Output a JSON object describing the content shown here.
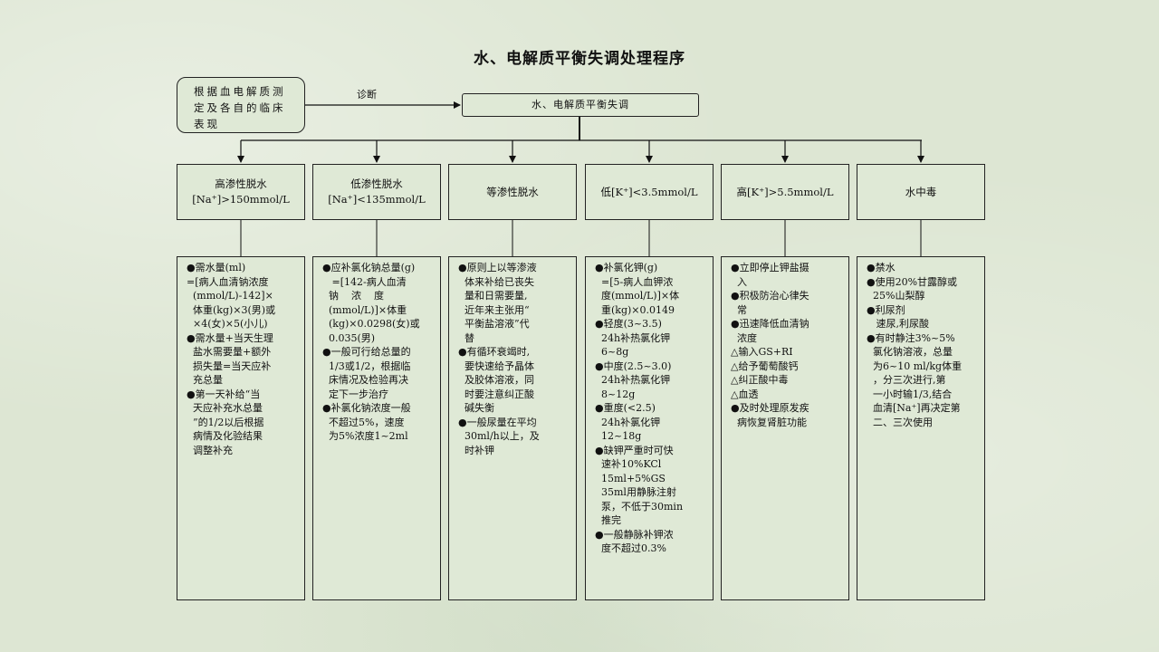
{
  "title": "水、电解质平衡失调处理程序",
  "source": "根据血电解质测定及各自的临床表现",
  "diagnosis_label": "诊断",
  "main": "水、电解质平衡失调",
  "categories": [
    {
      "line1": "高渗性脱水",
      "line2": "[Na⁺]>150mmol/L"
    },
    {
      "line1": "低渗性脱水",
      "line2": "[Na⁺]<135mmol/L"
    },
    {
      "line1": "等渗性脱水",
      "line2": ""
    },
    {
      "line1": "低[K⁺]<3.5mmol/L",
      "line2": ""
    },
    {
      "line1": "高[K⁺]>5.5mmol/L",
      "line2": ""
    },
    {
      "line1": "水中毒",
      "line2": ""
    }
  ],
  "details": [
    [
      "●需水量(ml)",
      "=[病人血清钠浓度",
      "  (mmol/L)-142]×",
      "  体重(kg)×3(男)或",
      "  ×4(女)×5(小儿)",
      "●需水量+当天生理",
      "  盐水需要量+额外",
      "  损失量=当天应补",
      "  充总量",
      "●第一天补给“当",
      "  天应补充水总量",
      "  ”的1/2以后根据",
      "  病情及化验结果",
      "  调整补充"
    ],
    [
      "●应补氯化钠总量(g)",
      "   =[142-病人血清",
      "  钠    浓    度",
      "  (mmol/L)]×体重",
      "  (kg)×0.0298(女)或",
      "  0.035(男)",
      "●一般可行给总量的",
      "  1/3或1/2，根据临",
      "  床情况及检验再决",
      "  定下一步治疗",
      "●补氯化钠浓度一般",
      "  不超过5%，速度",
      "  为5%浓度1~2ml"
    ],
    [
      "●原则上以等渗液",
      "  体来补给已丧失",
      "  量和日需要量,",
      "  近年来主张用“",
      "  平衡盐溶液”代",
      "  替",
      "●有循环衰竭时,",
      "  要快速给予晶体",
      "  及胶体溶液，同",
      "  时要注意纠正酸",
      "  碱失衡",
      "●一般尿量在平均",
      "  30ml/h以上，及",
      "  时补钾"
    ],
    [
      "●补氯化钾(g)",
      "  =[5-病人血钾浓",
      "  度(mmol/L)]×体",
      "  重(kg)×0.0149",
      "●轻度(3~3.5)",
      "  24h补热氯化钾",
      "  6~8g",
      "●中度(2.5~3.0)",
      "  24h补热氯化钾",
      "  8~12g",
      "●重度(<2.5)",
      "  24h补氯化钾",
      "  12~18g",
      "●缺钾严重时可快",
      "  速补10%KCl",
      "  15ml+5%GS",
      "  35ml用静脉注射",
      "  泵，不低于30min",
      "  推完",
      "●一般静脉补钾浓",
      "  度不超过0.3%"
    ],
    [
      "●立即停止钾盐摄",
      "  入",
      "●积极防治心律失",
      "  常",
      "●迅速降低血清钠",
      "  浓度",
      "△输入GS+RI",
      "△给予葡萄酸钙",
      "△纠正酸中毒",
      "△血透",
      "●及时处理原发疾",
      "  病恢复肾脏功能"
    ],
    [
      "●禁水",
      "●使用20%甘露醇或",
      "  25%山梨醇",
      "●利尿剂",
      "   速尿,利尿酸",
      "●有时静注3%~5%",
      "  氯化钠溶液，总量",
      "  为6~10 ml/kg体重",
      "  ，分三次进行,第",
      "  一小时输1/3,结合",
      "  血清[Na⁺]再决定第",
      "  二、三次使用"
    ]
  ]
}
